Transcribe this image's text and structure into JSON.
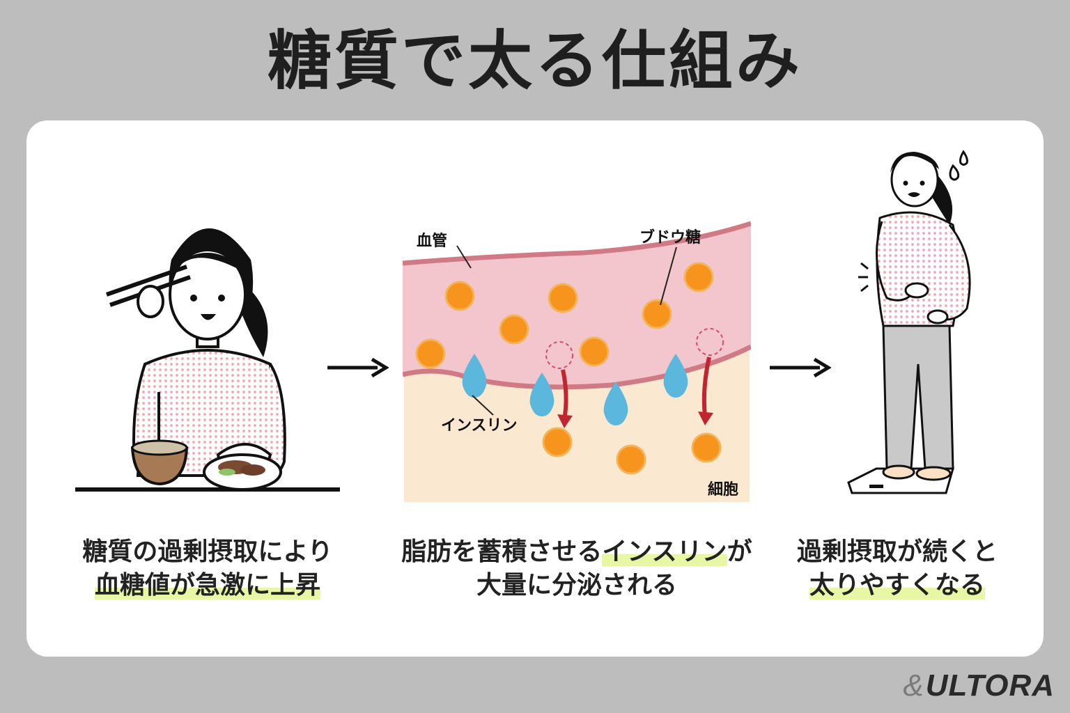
{
  "title": "糖質で太る仕組み",
  "steps": [
    {
      "caption_line1": "糖質の過剰摂取により",
      "caption_line2": "血糖値が急激に上昇"
    },
    {
      "caption_line1_pre": "脂肪を蓄積させる",
      "caption_line1_hl": "インスリン",
      "caption_line1_post": "が",
      "caption_line2": "大量に分泌される"
    },
    {
      "caption_line1": "過剰摂取が続くと",
      "caption_line2": "太りやすくなる"
    }
  ],
  "diagram_labels": {
    "vessel": "血管",
    "glucose": "ブドウ糖",
    "insulin": "インスリン",
    "cell": "細胞"
  },
  "colors": {
    "vessel": "#f2c6cc",
    "cell": "#fbe8d0",
    "glucose": "#f7941d",
    "insulin": "#5bb7dc",
    "arrow": "#c0262f",
    "highlight": "#e7f7a6"
  },
  "logo": {
    "amp": "&",
    "text": "ULTORA"
  }
}
